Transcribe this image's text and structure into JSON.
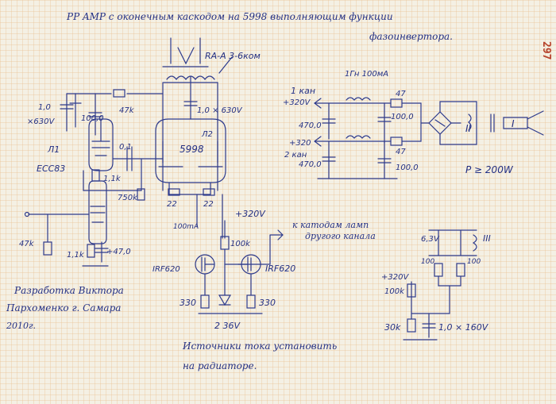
{
  "header": {
    "title_line1": "PP AMP с оконечным каскодом на 5998 выполняющим функции",
    "title_line2": "фазоинвертора."
  },
  "page_number": "297",
  "labels": {
    "ra": "RA-A  3-6ком",
    "l1": "Л1",
    "ecc83": "ECC83",
    "l2": "Л2",
    "t5998": "5998",
    "cap_1_0": "1,0",
    "cap_x630": "×630V",
    "cap_100_a": "100,0",
    "res_47k_a": "47k",
    "cap_0_1": "0,1",
    "cap_1_0_630": "1,0 × 630V",
    "res_1_1k_a": "1,1k",
    "res_750k": "750k",
    "res_22_a": "22",
    "res_22_b": "22",
    "res_47k_b": "47k",
    "res_1_1k_b": "1,1k",
    "cap_47_0": "+47,0",
    "ma100": "100mA",
    "v320_a": "+320V",
    "res_100k_a": "100k",
    "irf_a": "IRF620",
    "irf_b": "IRF620",
    "res_330_a": "330",
    "res_330_b": "330",
    "z36": "2 36V",
    "kat": "к катодам ламп",
    "kat2": "другого канала",
    "psu_top": "1Гн  100мА",
    "kan1": "1 кан",
    "v320_b": "+320V",
    "c470_a": "470,0",
    "r47_a": "47",
    "c100_b": "100,0",
    "v320_c": "+320",
    "kan2": "2 кан",
    "c470_b": "470,0",
    "r47_b": "47",
    "c100_c": "100,0",
    "tr2": "II",
    "tr1": "I",
    "power": "P ≥ 200W",
    "v63": "6,3V",
    "tr3": "III",
    "r100_a": "100",
    "r100_b": "100",
    "v320_d": "+320V",
    "res_100k_b": "100k",
    "res_30k": "30k",
    "c1_160": "1,0 × 160V",
    "author1": "Разработка Виктора",
    "author2": "Пархоменко  г. Самара",
    "year": "2010г.",
    "note1": "Источники тока установить",
    "note2": "на радиаторе."
  }
}
